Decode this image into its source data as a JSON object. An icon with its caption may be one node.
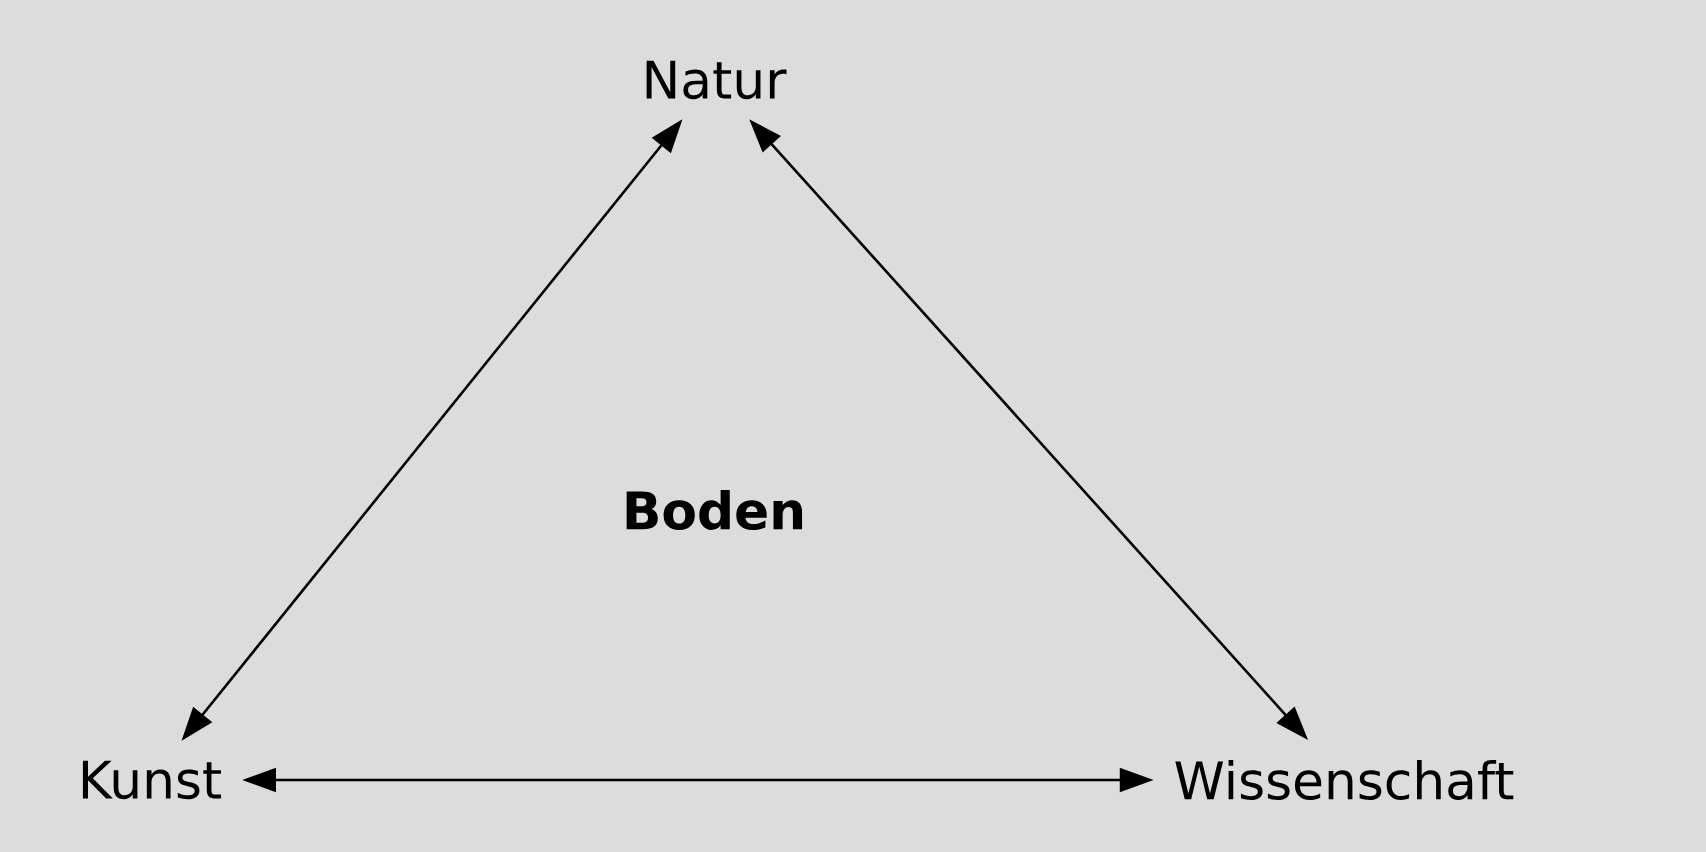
{
  "diagram": {
    "nodes": [
      {
        "text": [
          "Natur"
        ]
      },
      {
        "text": [
          "Kunst"
        ]
      },
      {
        "text": [
          "Wissenschaft"
        ]
      }
    ],
    "edges": [
      {
        "from": 0,
        "to": 1,
        "arrow": "both"
      },
      {
        "from": 0,
        "to": 2,
        "arrow": "both"
      },
      {
        "from": 1,
        "to": 2,
        "arrow": "both"
      }
    ],
    "labels": [
      "Boden"
    ]
  }
}
